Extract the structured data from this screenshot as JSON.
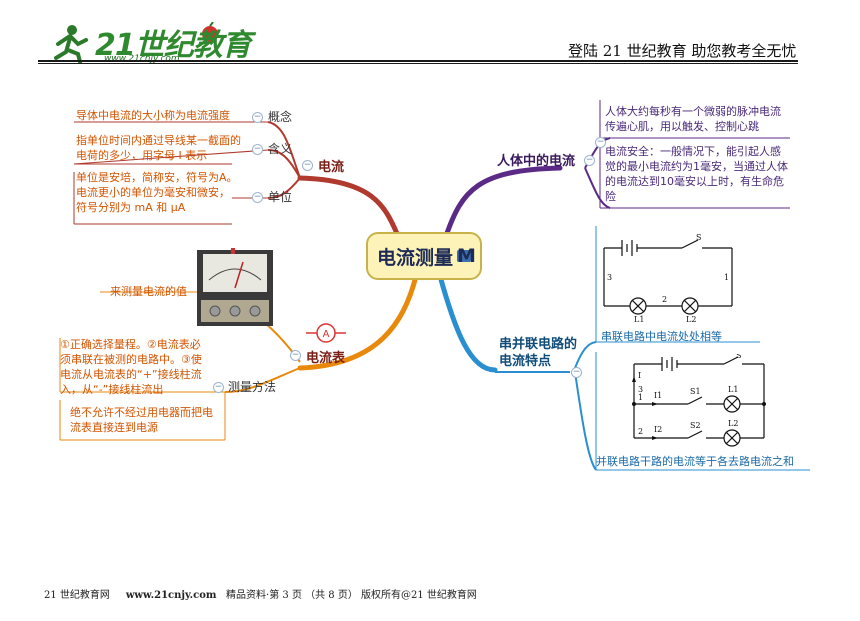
{
  "header": {
    "logo_text": "21世纪教育",
    "logo_url": "www.21cnjy.com",
    "slogan": "登陆 21 世纪教育    助您教考全无忧"
  },
  "center": {
    "title": "电流测量",
    "badge": "M"
  },
  "current": {
    "label": "电流",
    "items": [
      {
        "key": "概念",
        "text": "导体中电流的大小称为电流强度"
      },
      {
        "key": "含义",
        "text": "指单位时间内通过导线某一截面的电荷的多少，用字母 I 表示"
      },
      {
        "key": "单位",
        "text": "单位是安培，简称安，符号为A。电流更小的单位为毫安和微安，符号分别为 mA 和 μA"
      }
    ]
  },
  "body_current": {
    "label": "人体中的电流",
    "items": [
      "人体大约每秒有一个微弱的脉冲电流传遍心肌，用以触发、控制心跳",
      "电流安全：一般情况下，能引起人感觉的最小电流约为1毫安，当通过人体的电流达到10毫安以上时，有生命危险"
    ]
  },
  "ammeter": {
    "label": "电流表",
    "purpose": "来测量电流的值",
    "method_label": "测量方法",
    "method_text": "①正确选择量程。②电流表必须串联在被测的电路中。③使电流从电流表的“+”接线柱流入，从“-”接线柱流出",
    "warning": "绝不允许不经过用电器而把电流表直接连到电源"
  },
  "circuits": {
    "label": "串并联电路的电流特点",
    "series_text": "串联电路中电流处处相等",
    "parallel_text": "并联电路干路的电流等于各去路电流之和",
    "series_marks": [
      "S",
      "3",
      "1",
      "2",
      "L1",
      "L2"
    ],
    "parallel_marks": [
      "S",
      "I",
      "3",
      "1",
      "I1",
      "S1",
      "L1",
      "2",
      "I2",
      "S2",
      "L2"
    ]
  },
  "footer": {
    "text1": "21 世纪教育网",
    "url": "www.21cnjy.com",
    "text2": "精品资料·第 3 页 （共 8 页） 版权所有@21 世纪教育网"
  },
  "colors": {
    "orange_branch": "#e8890c",
    "red_branch": "#b03a2e",
    "purple_branch": "#5b2a86",
    "blue_branch": "#2a8fd0",
    "center_fill": "#fdf3b8"
  }
}
